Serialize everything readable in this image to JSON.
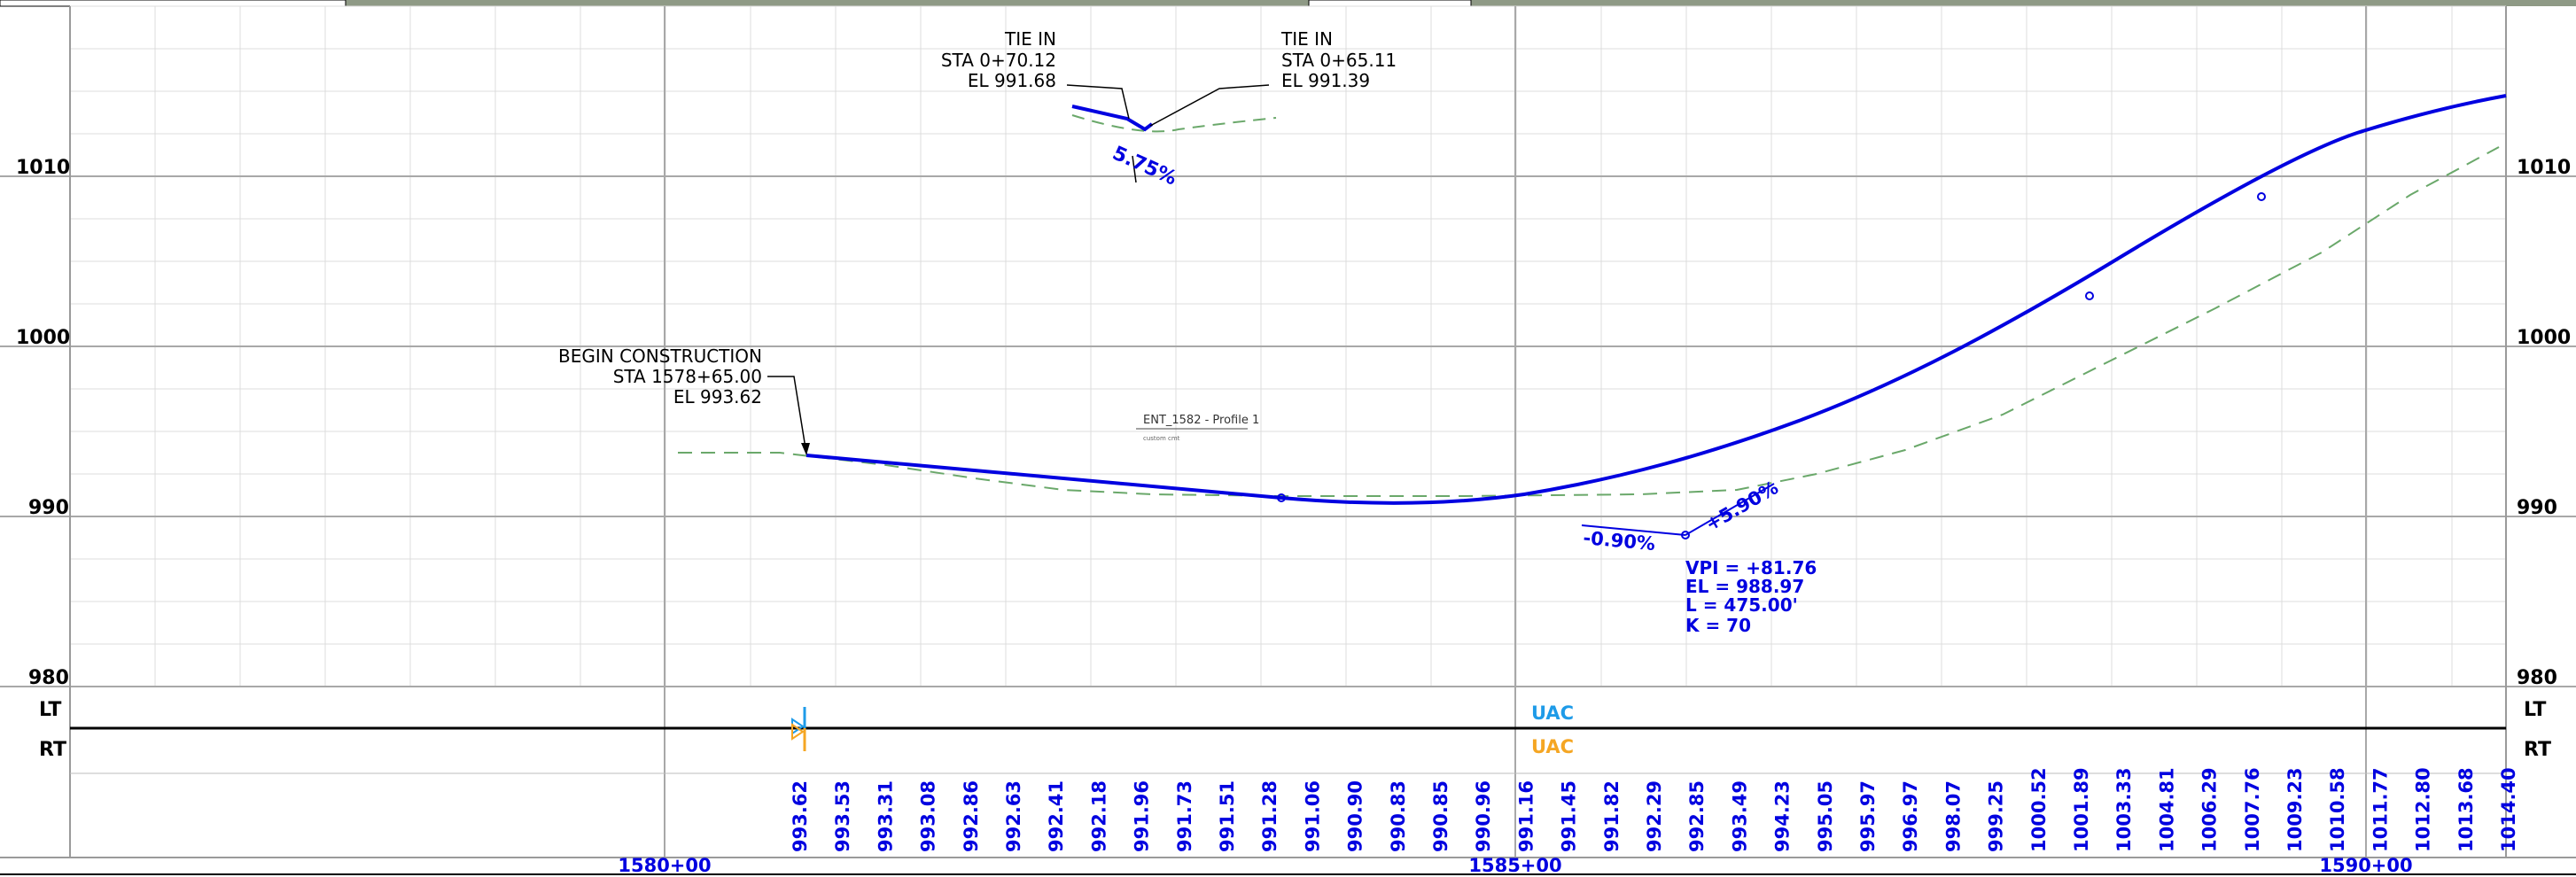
{
  "elevation_axis": {
    "left_labels": [
      "1010",
      "1000",
      "990",
      "980"
    ],
    "right_labels": [
      "1010",
      "1000",
      "990",
      "980"
    ]
  },
  "side_labels": {
    "left": [
      "LT",
      "RT"
    ],
    "right": [
      "LT",
      "RT"
    ]
  },
  "stations": {
    "major": [
      "1580+00",
      "1585+00",
      "1590+00"
    ]
  },
  "begin_construction": {
    "title": "BEGIN CONSTRUCTION",
    "station": "STA 1578+65.00",
    "elevation": "EL 993.62"
  },
  "tie_in_left": {
    "title": "TIE IN",
    "station": "STA 0+70.12",
    "elevation": "EL 991.68"
  },
  "tie_in_right": {
    "title": "TIE IN",
    "station": "STA 0+65.11",
    "elevation": "EL 991.39"
  },
  "tie_grade": "5.75%",
  "grade_in": "-0.90%",
  "grade_out": "+5.90%",
  "vpi": {
    "line1": "VPI = +81.76",
    "line2": "EL = 988.97",
    "line3": "L = 475.00'",
    "line4": "K = 70"
  },
  "profile_tag": {
    "title": "ENT_1582 - Profile 1",
    "sub": "custom cmt"
  },
  "utility": {
    "blue": "UAC",
    "orange": "UAC"
  },
  "pgl_elevations": [
    "993.62",
    "993.53",
    "993.31",
    "993.08",
    "992.86",
    "992.63",
    "992.41",
    "992.18",
    "991.96",
    "991.73",
    "991.51",
    "991.28",
    "991.06",
    "990.90",
    "990.83",
    "990.85",
    "990.96",
    "991.16",
    "991.45",
    "991.82",
    "992.29",
    "992.85",
    "993.49",
    "994.23",
    "995.05",
    "995.97",
    "996.97",
    "998.07",
    "999.25",
    "1000.52",
    "1001.89",
    "1003.33",
    "1004.81",
    "1006.29",
    "1007.76",
    "1009.23",
    "1010.58",
    "1011.77",
    "1012.80",
    "1013.68",
    "1014.40"
  ],
  "colors": {
    "proposed": "#0000e0",
    "existing": "#6aa86a",
    "utility_blue": "#1e9be8",
    "utility_orange": "#f5a623"
  }
}
